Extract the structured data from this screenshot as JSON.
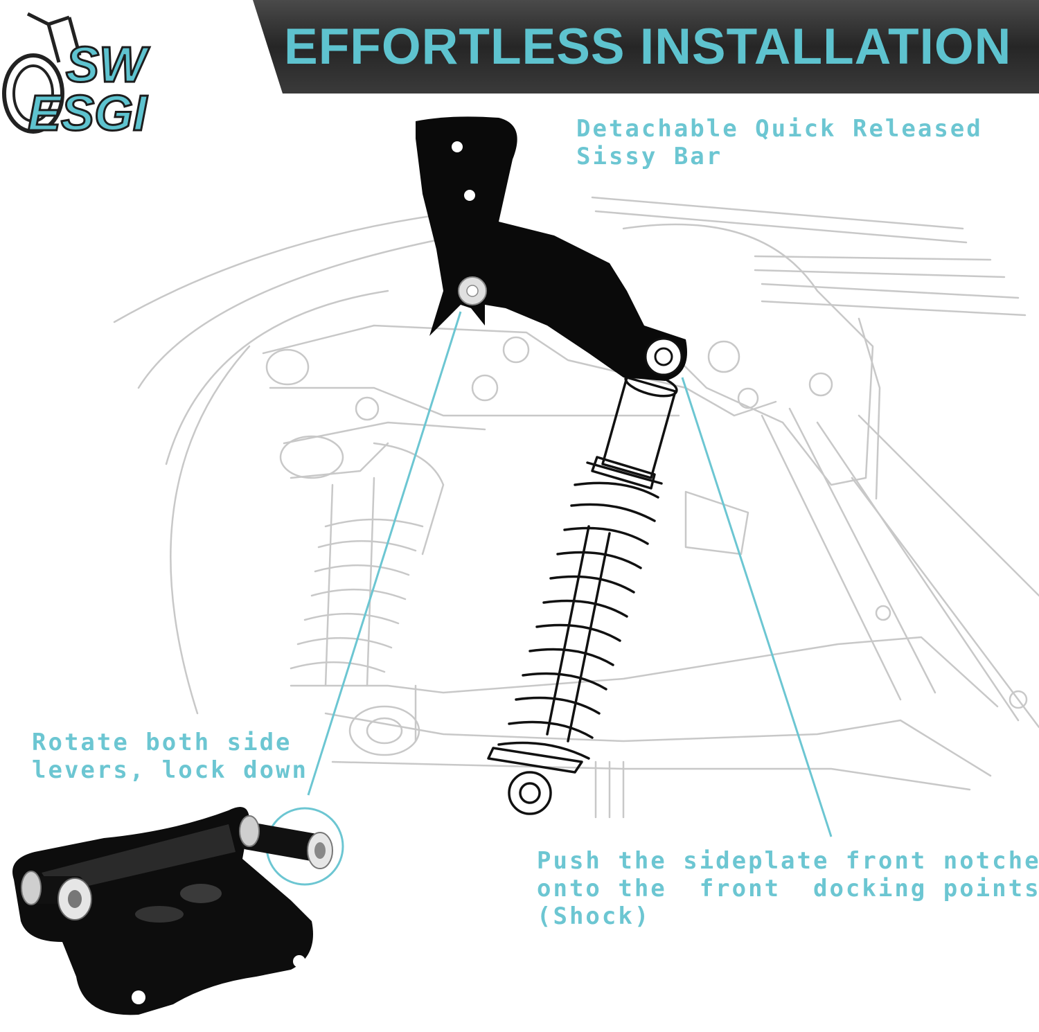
{
  "header": {
    "title": "EFFORTLESS INSTALLATION"
  },
  "logo": {
    "text_line1": "SW",
    "text_line2": "ESGI"
  },
  "callouts": {
    "sissy_bar": [
      "Detachable Quick Released",
      "Sissy Bar"
    ],
    "rotate_levers": [
      "Rotate both side",
      "levers, lock down"
    ],
    "push_sideplate": [
      "Push the sideplate front notches",
      "onto the  front  docking points",
      "(Shock)"
    ]
  },
  "colors": {
    "accent": "#5ec3cf",
    "banner": "#2b2b2b",
    "bracket": "#0a0a0a"
  }
}
